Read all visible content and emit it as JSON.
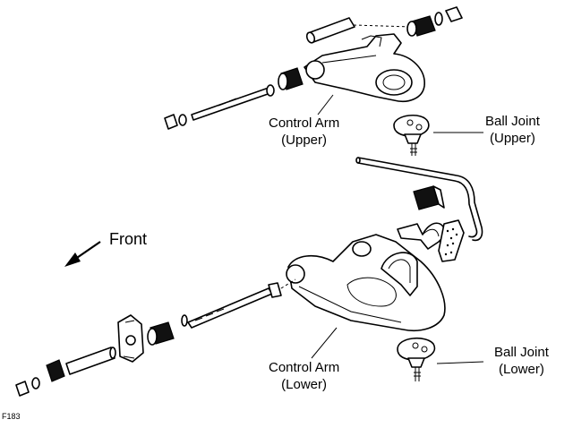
{
  "labels": {
    "control_arm_upper": [
      "Control Arm",
      "(Upper)"
    ],
    "ball_joint_upper": [
      "Ball Joint",
      "(Upper)"
    ],
    "control_arm_lower": [
      "Control Arm",
      "(Lower)"
    ],
    "ball_joint_lower": [
      "Ball Joint",
      "(Lower)"
    ],
    "front": "Front"
  },
  "figure_code": "F183"
}
